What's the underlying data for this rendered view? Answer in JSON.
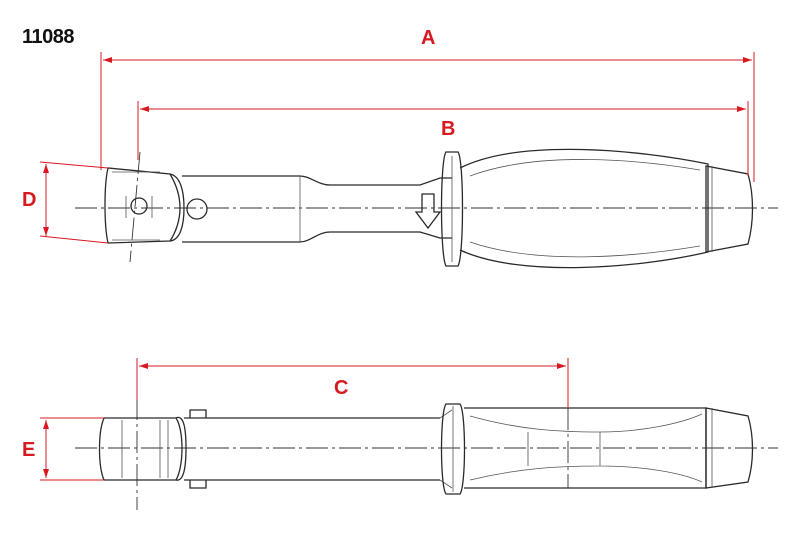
{
  "part_number": "11088",
  "colors": {
    "dimension": "#d71920",
    "outline": "#2a2a2a"
  },
  "dimensions": [
    {
      "id": "A",
      "label": "A"
    },
    {
      "id": "B",
      "label": "B"
    },
    {
      "id": "C",
      "label": "C"
    },
    {
      "id": "D",
      "label": "D"
    },
    {
      "id": "E",
      "label": "E"
    }
  ],
  "icons": {
    "direction": "down-arrow-icon"
  }
}
